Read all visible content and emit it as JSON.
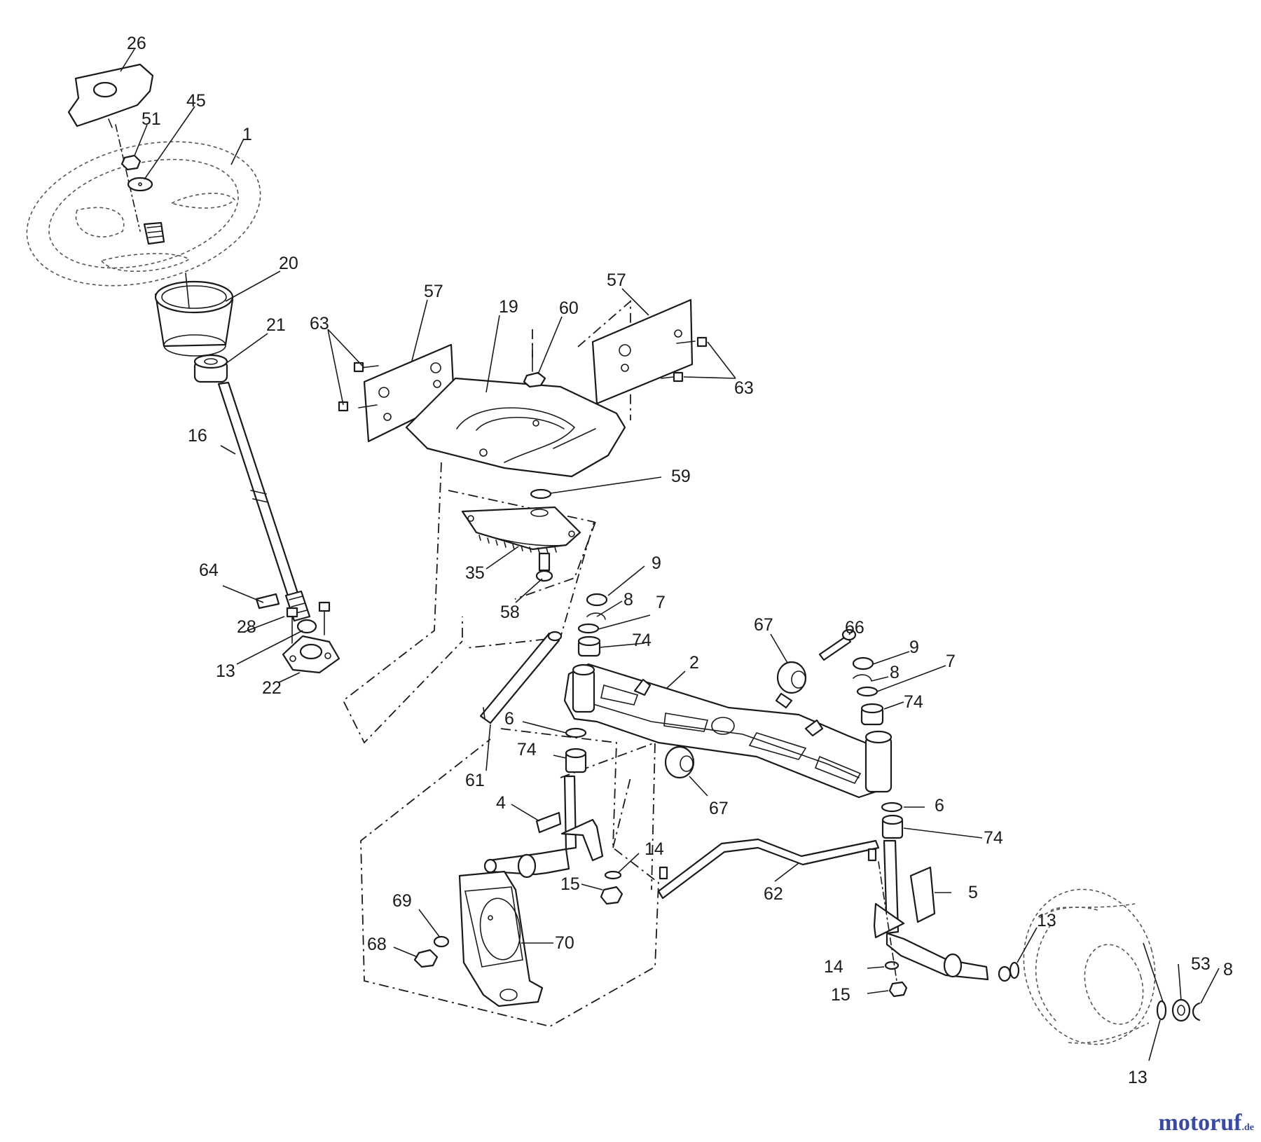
{
  "callouts": [
    "26",
    "45",
    "51",
    "1",
    "20",
    "21",
    "16",
    "64",
    "28",
    "13",
    "22",
    "57",
    "19",
    "60",
    "57",
    "63",
    "63",
    "59",
    "35",
    "58",
    "9",
    "8",
    "7",
    "74",
    "67",
    "66",
    "9",
    "8",
    "7",
    "74",
    "2",
    "6",
    "74",
    "61",
    "4",
    "67",
    "6",
    "74",
    "14",
    "15",
    "62",
    "5",
    "69",
    "68",
    "70",
    "13",
    "14",
    "15",
    "53",
    "8",
    "13"
  ],
  "watermark": {
    "brand": "motoruf",
    "tld": ".de"
  },
  "colors": {
    "line": "#1a1a1a",
    "brand": "#3a4aa0",
    "accent": "#e07020"
  }
}
